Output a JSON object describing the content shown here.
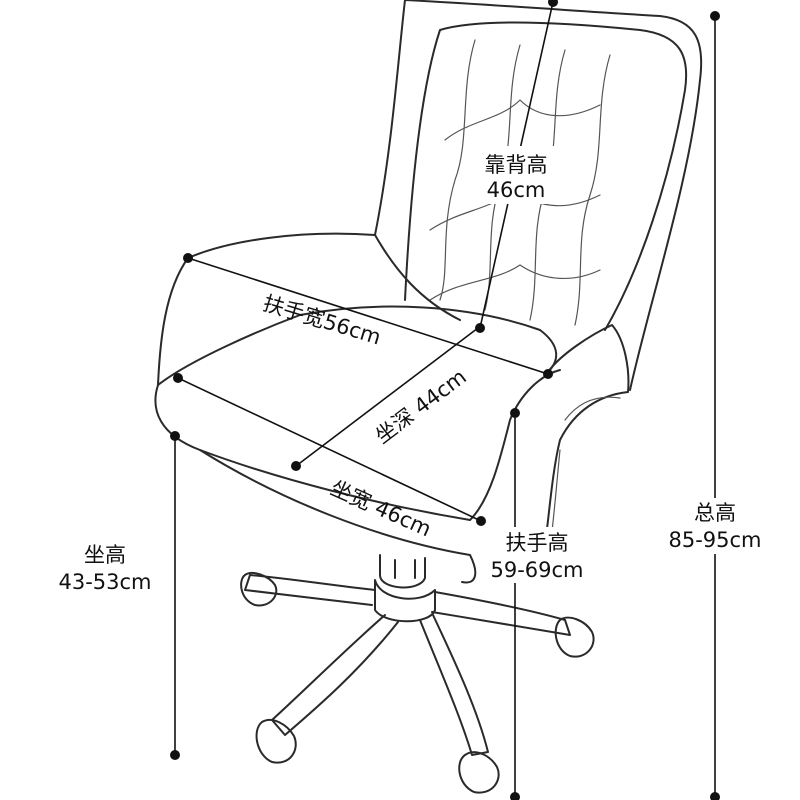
{
  "dimensions": {
    "backrest_height": {
      "label": "靠背高",
      "value": "46cm"
    },
    "armrest_width": {
      "label": "扶手宽56cm"
    },
    "seat_depth": {
      "label": "坐深 44cm"
    },
    "seat_width": {
      "label": "坐宽 46cm"
    },
    "armrest_height": {
      "label": "扶手高",
      "value": "59-69cm"
    },
    "seat_height": {
      "label": "坐高",
      "value": "43-53cm"
    },
    "total_height": {
      "label": "总高",
      "value": "85-95cm"
    }
  }
}
